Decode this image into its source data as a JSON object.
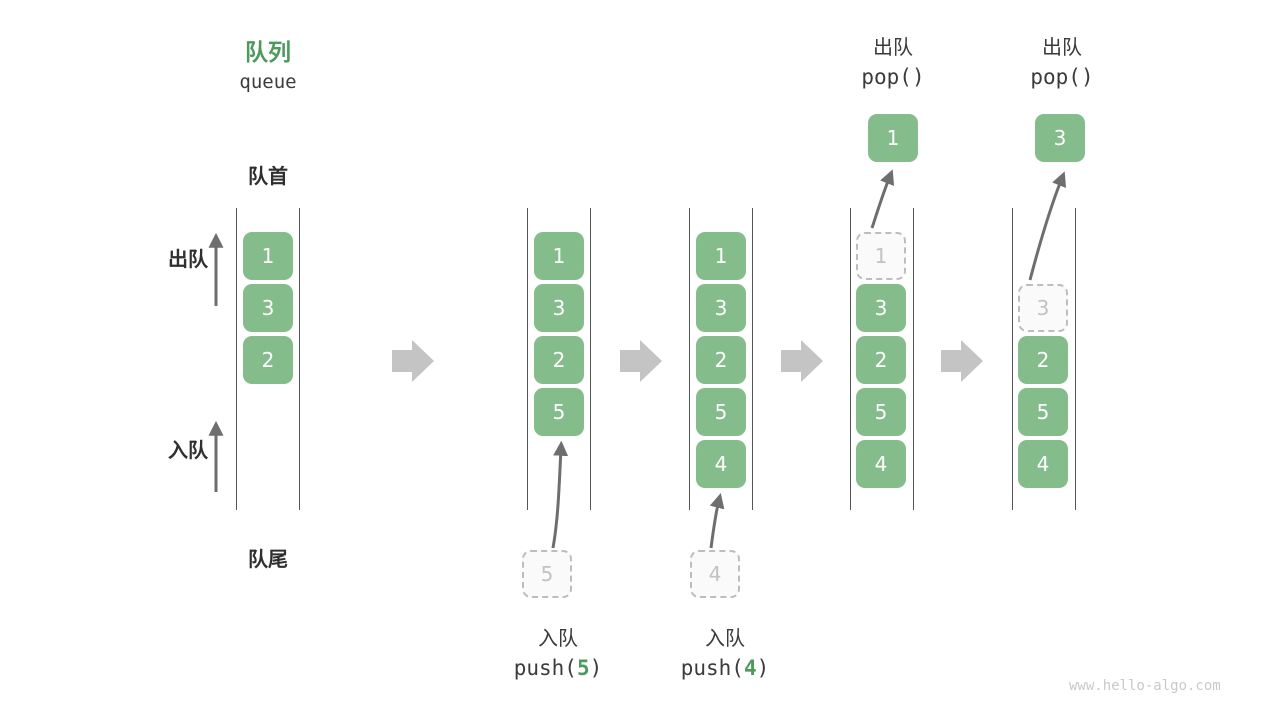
{
  "watermark": "www.hello-algo.com",
  "header": {
    "title_cn": "队列",
    "title_en": "queue",
    "front_label": "队首",
    "rear_label": "队尾"
  },
  "side_labels": {
    "dequeue": "出队",
    "enqueue": "入队"
  },
  "colors": {
    "accent_green": "#4c9a5c",
    "box_green": "#84bc8c",
    "ghost_border": "#bdbdbd",
    "ghost_text": "#c2c2c2",
    "rail": "#555555",
    "arrow_gray": "#6e6e6e",
    "step_arrow": "#c4c4c4",
    "text": "#3b3b3b",
    "watermark": "#c9c9c9"
  },
  "steps": [
    {
      "id": "initial",
      "cells": [
        {
          "value": "1",
          "state": "solid"
        },
        {
          "value": "3",
          "state": "solid"
        },
        {
          "value": "2",
          "state": "solid"
        }
      ],
      "op_cn": "",
      "op_code": "",
      "op_code_prefix": "",
      "op_code_arg": "",
      "op_code_suffix": "",
      "incoming": null,
      "popped": null
    },
    {
      "id": "push-5",
      "cells": [
        {
          "value": "1",
          "state": "solid"
        },
        {
          "value": "3",
          "state": "solid"
        },
        {
          "value": "2",
          "state": "solid"
        },
        {
          "value": "5",
          "state": "solid"
        }
      ],
      "op_cn": "入队",
      "op_code": "push(5)",
      "op_code_prefix": "push(",
      "op_code_arg": "5",
      "op_code_suffix": ")",
      "incoming": {
        "value": "5",
        "state": "ghost"
      },
      "popped": null
    },
    {
      "id": "push-4",
      "cells": [
        {
          "value": "1",
          "state": "solid"
        },
        {
          "value": "3",
          "state": "solid"
        },
        {
          "value": "2",
          "state": "solid"
        },
        {
          "value": "5",
          "state": "solid"
        },
        {
          "value": "4",
          "state": "solid"
        }
      ],
      "op_cn": "入队",
      "op_code": "push(4)",
      "op_code_prefix": "push(",
      "op_code_arg": "4",
      "op_code_suffix": ")",
      "incoming": {
        "value": "4",
        "state": "ghost"
      },
      "popped": null
    },
    {
      "id": "pop-1",
      "cells": [
        {
          "value": "1",
          "state": "ghost"
        },
        {
          "value": "3",
          "state": "solid"
        },
        {
          "value": "2",
          "state": "solid"
        },
        {
          "value": "5",
          "state": "solid"
        },
        {
          "value": "4",
          "state": "solid"
        }
      ],
      "op_cn": "出队",
      "op_code": "pop()",
      "op_code_prefix": "pop(",
      "op_code_arg": "",
      "op_code_suffix": ")",
      "incoming": null,
      "popped": {
        "value": "1",
        "state": "solid"
      }
    },
    {
      "id": "pop-3",
      "cells": [
        {
          "value": "",
          "state": "empty"
        },
        {
          "value": "3",
          "state": "ghost"
        },
        {
          "value": "2",
          "state": "solid"
        },
        {
          "value": "5",
          "state": "solid"
        },
        {
          "value": "4",
          "state": "solid"
        }
      ],
      "op_cn": "出队",
      "op_code": "pop()",
      "op_code_prefix": "pop(",
      "op_code_arg": "",
      "op_code_suffix": ")",
      "incoming": null,
      "popped": {
        "value": "3",
        "state": "solid"
      }
    }
  ]
}
